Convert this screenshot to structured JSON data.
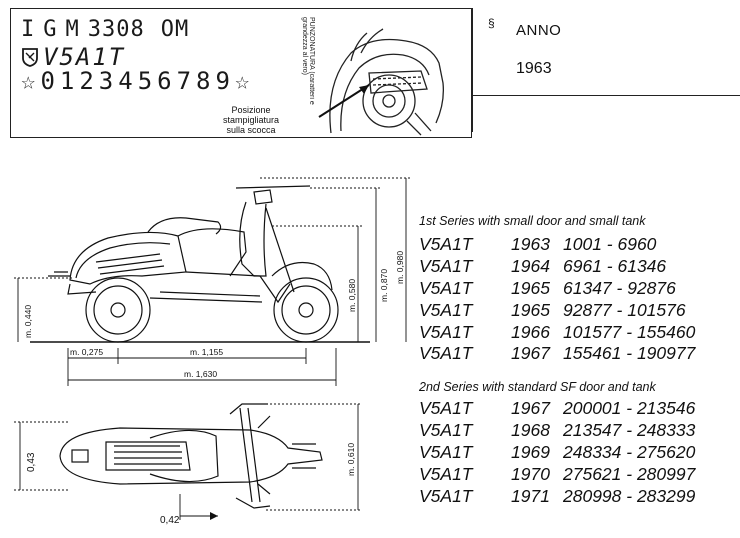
{
  "header": {
    "code_line_1": [
      "I",
      "G",
      "M",
      "3308",
      "OM"
    ],
    "code_line_2": "V5A1T",
    "code_line_3": "0123456789",
    "star_glyph": "☆",
    "stamp_caption": [
      "Posizione",
      "stampigliatura",
      "sulla scocca"
    ],
    "stamp_vertical": "PUNZONATURA (caratteri e grandezza al vero)"
  },
  "year_box": {
    "label": "ANNO",
    "value": "1963"
  },
  "series": [
    {
      "title": "1st Series with small door and small tank",
      "rows": [
        {
          "model": "V5A1T",
          "year": "1963",
          "range": "1001 - 6960"
        },
        {
          "model": "V5A1T",
          "year": "1964",
          "range": "6961 - 61346"
        },
        {
          "model": "V5A1T",
          "year": "1965",
          "range": "61347 - 92876"
        },
        {
          "model": "V5A1T",
          "year": "1965",
          "range": "92877 - 101576"
        },
        {
          "model": "V5A1T",
          "year": "1966",
          "range": "101577 - 155460"
        },
        {
          "model": "V5A1T",
          "year": "1967",
          "range": "155461 - 190977"
        }
      ]
    },
    {
      "title": "2nd Series with standard SF door and tank",
      "rows": [
        {
          "model": "V5A1T",
          "year": "1967",
          "range": "200001 - 213546"
        },
        {
          "model": "V5A1T",
          "year": "1968",
          "range": "213547 - 248333"
        },
        {
          "model": "V5A1T",
          "year": "1969",
          "range": "248334 - 275620"
        },
        {
          "model": "V5A1T",
          "year": "1970",
          "range": "275621 - 280997"
        },
        {
          "model": "V5A1T",
          "year": "1971",
          "range": "280998 - 283299"
        }
      ]
    }
  ],
  "dimensions": {
    "side": {
      "seat_height": "m. 0,870",
      "overall_height": "m. 0,980",
      "handlebar_height": "m. 0,580",
      "floor_height": "m. 0,440",
      "front_overhang": "m. 0,275",
      "wheelbase": "m. 1,155",
      "overall_length": "m. 1,630"
    },
    "top": {
      "body_width": "0,43",
      "handlebar_width": "m. 0,610",
      "rear_width": "0,42"
    }
  }
}
